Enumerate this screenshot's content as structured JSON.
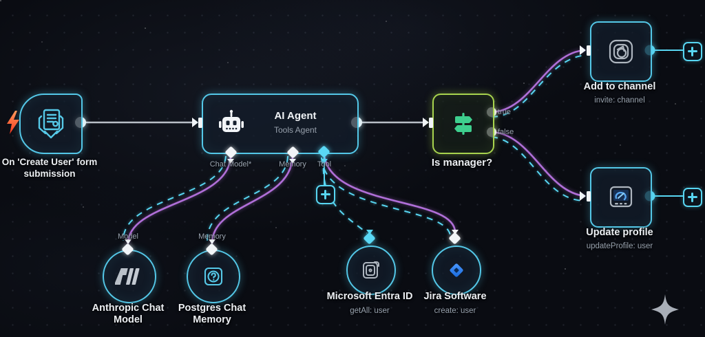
{
  "colors": {
    "background": "#0a0c12",
    "node_border_cyan": "#54c8e8",
    "node_border_green": "#a8d44e",
    "wire_purple": "#b06fd8",
    "wire_dashed_cyan": "#58d6f2",
    "wire_grey": "#b9bfc7",
    "icon_green": "#3ecf8e",
    "jira_blue": "#2684ff",
    "trigger_bolt_orange": "#f4502e"
  },
  "trigger": {
    "label": "On 'Create User' form submission"
  },
  "agent": {
    "title": "AI Agent",
    "subtitle": "Tools Agent",
    "ports": {
      "chat_model": "Chat Model*",
      "memory": "Memory",
      "tool": "Tool"
    }
  },
  "branch": {
    "label": "Is manager?",
    "true_label": "true",
    "false_label": "false"
  },
  "add_to_channel": {
    "label": "Add to channel",
    "sublabel": "invite: channel"
  },
  "update_profile": {
    "label": "Update profile",
    "sublabel": "updateProfile: user"
  },
  "anthropic": {
    "label": "Anthropic Chat Model",
    "port_label": "Model"
  },
  "postgres": {
    "label": "Postgres Chat Memory",
    "port_label": "Memory"
  },
  "entra": {
    "label": "Microsoft Entra ID",
    "sublabel": "getAll: user"
  },
  "jira": {
    "label": "Jira Software",
    "sublabel": "create: user"
  }
}
